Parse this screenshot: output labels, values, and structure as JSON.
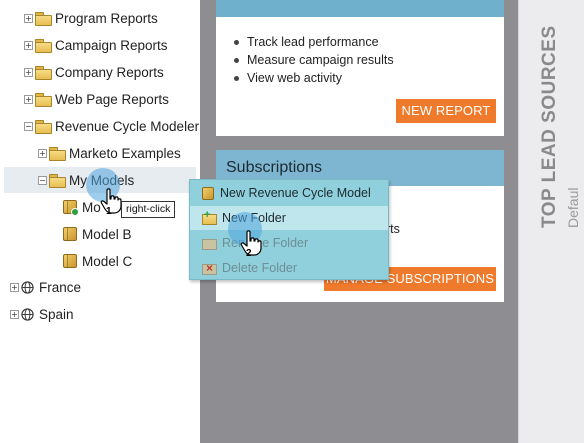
{
  "tree": {
    "items": [
      {
        "label": "Program Reports",
        "expander": "+"
      },
      {
        "label": "Campaign Reports",
        "expander": "+"
      },
      {
        "label": "Company Reports",
        "expander": "+"
      },
      {
        "label": "Web Page Reports",
        "expander": "+"
      },
      {
        "label": "Revenue Cycle Modeler",
        "expander": "−"
      },
      {
        "label": "Marketo Examples",
        "expander": "+"
      },
      {
        "label": "My Models",
        "expander": "−"
      },
      {
        "label": "Mo"
      },
      {
        "label": "Model B"
      },
      {
        "label": "Model C"
      },
      {
        "label": "France",
        "expander": "+"
      },
      {
        "label": "Spain",
        "expander": "+"
      }
    ],
    "icons": [
      "folder-icon",
      "model-icon",
      "globe-icon",
      "checkmark-badge-icon"
    ]
  },
  "reports_panel": {
    "bullets": [
      "Track lead performance",
      "Measure campaign results",
      "View web activity"
    ],
    "button": "NEW REPORT"
  },
  "subscriptions_panel": {
    "title": "Subscriptions",
    "partial_text": "rts",
    "button": "MANAGE SUBSCRIPTIONS"
  },
  "right_strip": {
    "title": "TOP LEAD SOURCES",
    "subtitle": "Defaul"
  },
  "context_menu": {
    "items": [
      {
        "label": "New Revenue Cycle Model",
        "icon": "model-icon",
        "state": "normal"
      },
      {
        "label": "New Folder",
        "icon": "new-folder-icon",
        "state": "hover"
      },
      {
        "label": "Rename Folder",
        "icon": "rename-folder-icon",
        "state": "disabled"
      },
      {
        "label": "Delete Folder",
        "icon": "delete-folder-icon",
        "state": "disabled"
      }
    ]
  },
  "callouts": {
    "step1": "1",
    "step2": "2",
    "tooltip": "right-click"
  },
  "colors": {
    "grey_area": "#8e8e92",
    "panel_header": "#7eb6d1",
    "orange_button": "#f07a2b",
    "menu_bg": "#8fd0dc",
    "menu_hover": "#bfe6ec",
    "click_halo": "#4fa4de"
  }
}
